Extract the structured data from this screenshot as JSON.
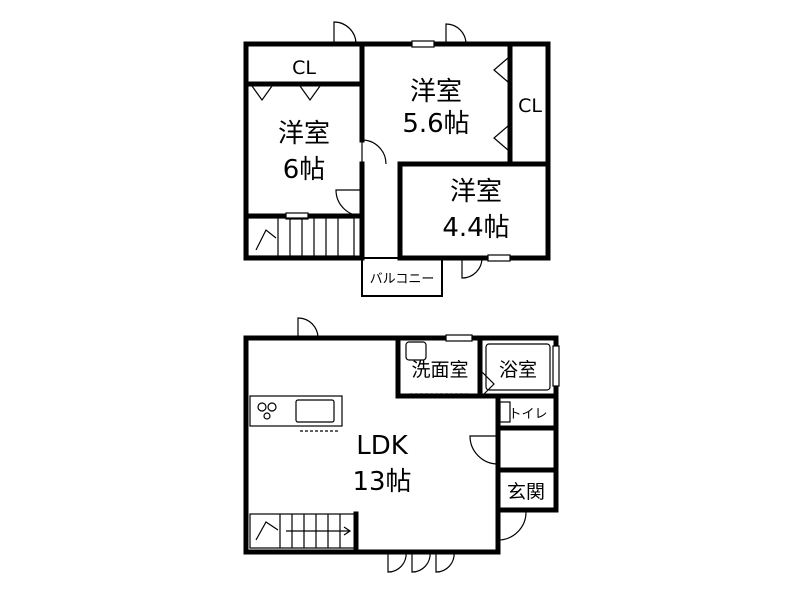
{
  "floor2": {
    "cl_top": "CL",
    "room_a_name": "洋室",
    "room_a_size": "6帖",
    "room_b_name": "洋室",
    "room_b_size": "5.6帖",
    "cl_right": "CL",
    "room_c_name": "洋室",
    "room_c_size": "4.4帖",
    "balcony": "バルコニー"
  },
  "floor1": {
    "washroom": "洗面室",
    "bathroom": "浴室",
    "toilet": "トイレ",
    "ldk_name": "LDK",
    "ldk_size": "13帖",
    "entrance": "玄関"
  }
}
